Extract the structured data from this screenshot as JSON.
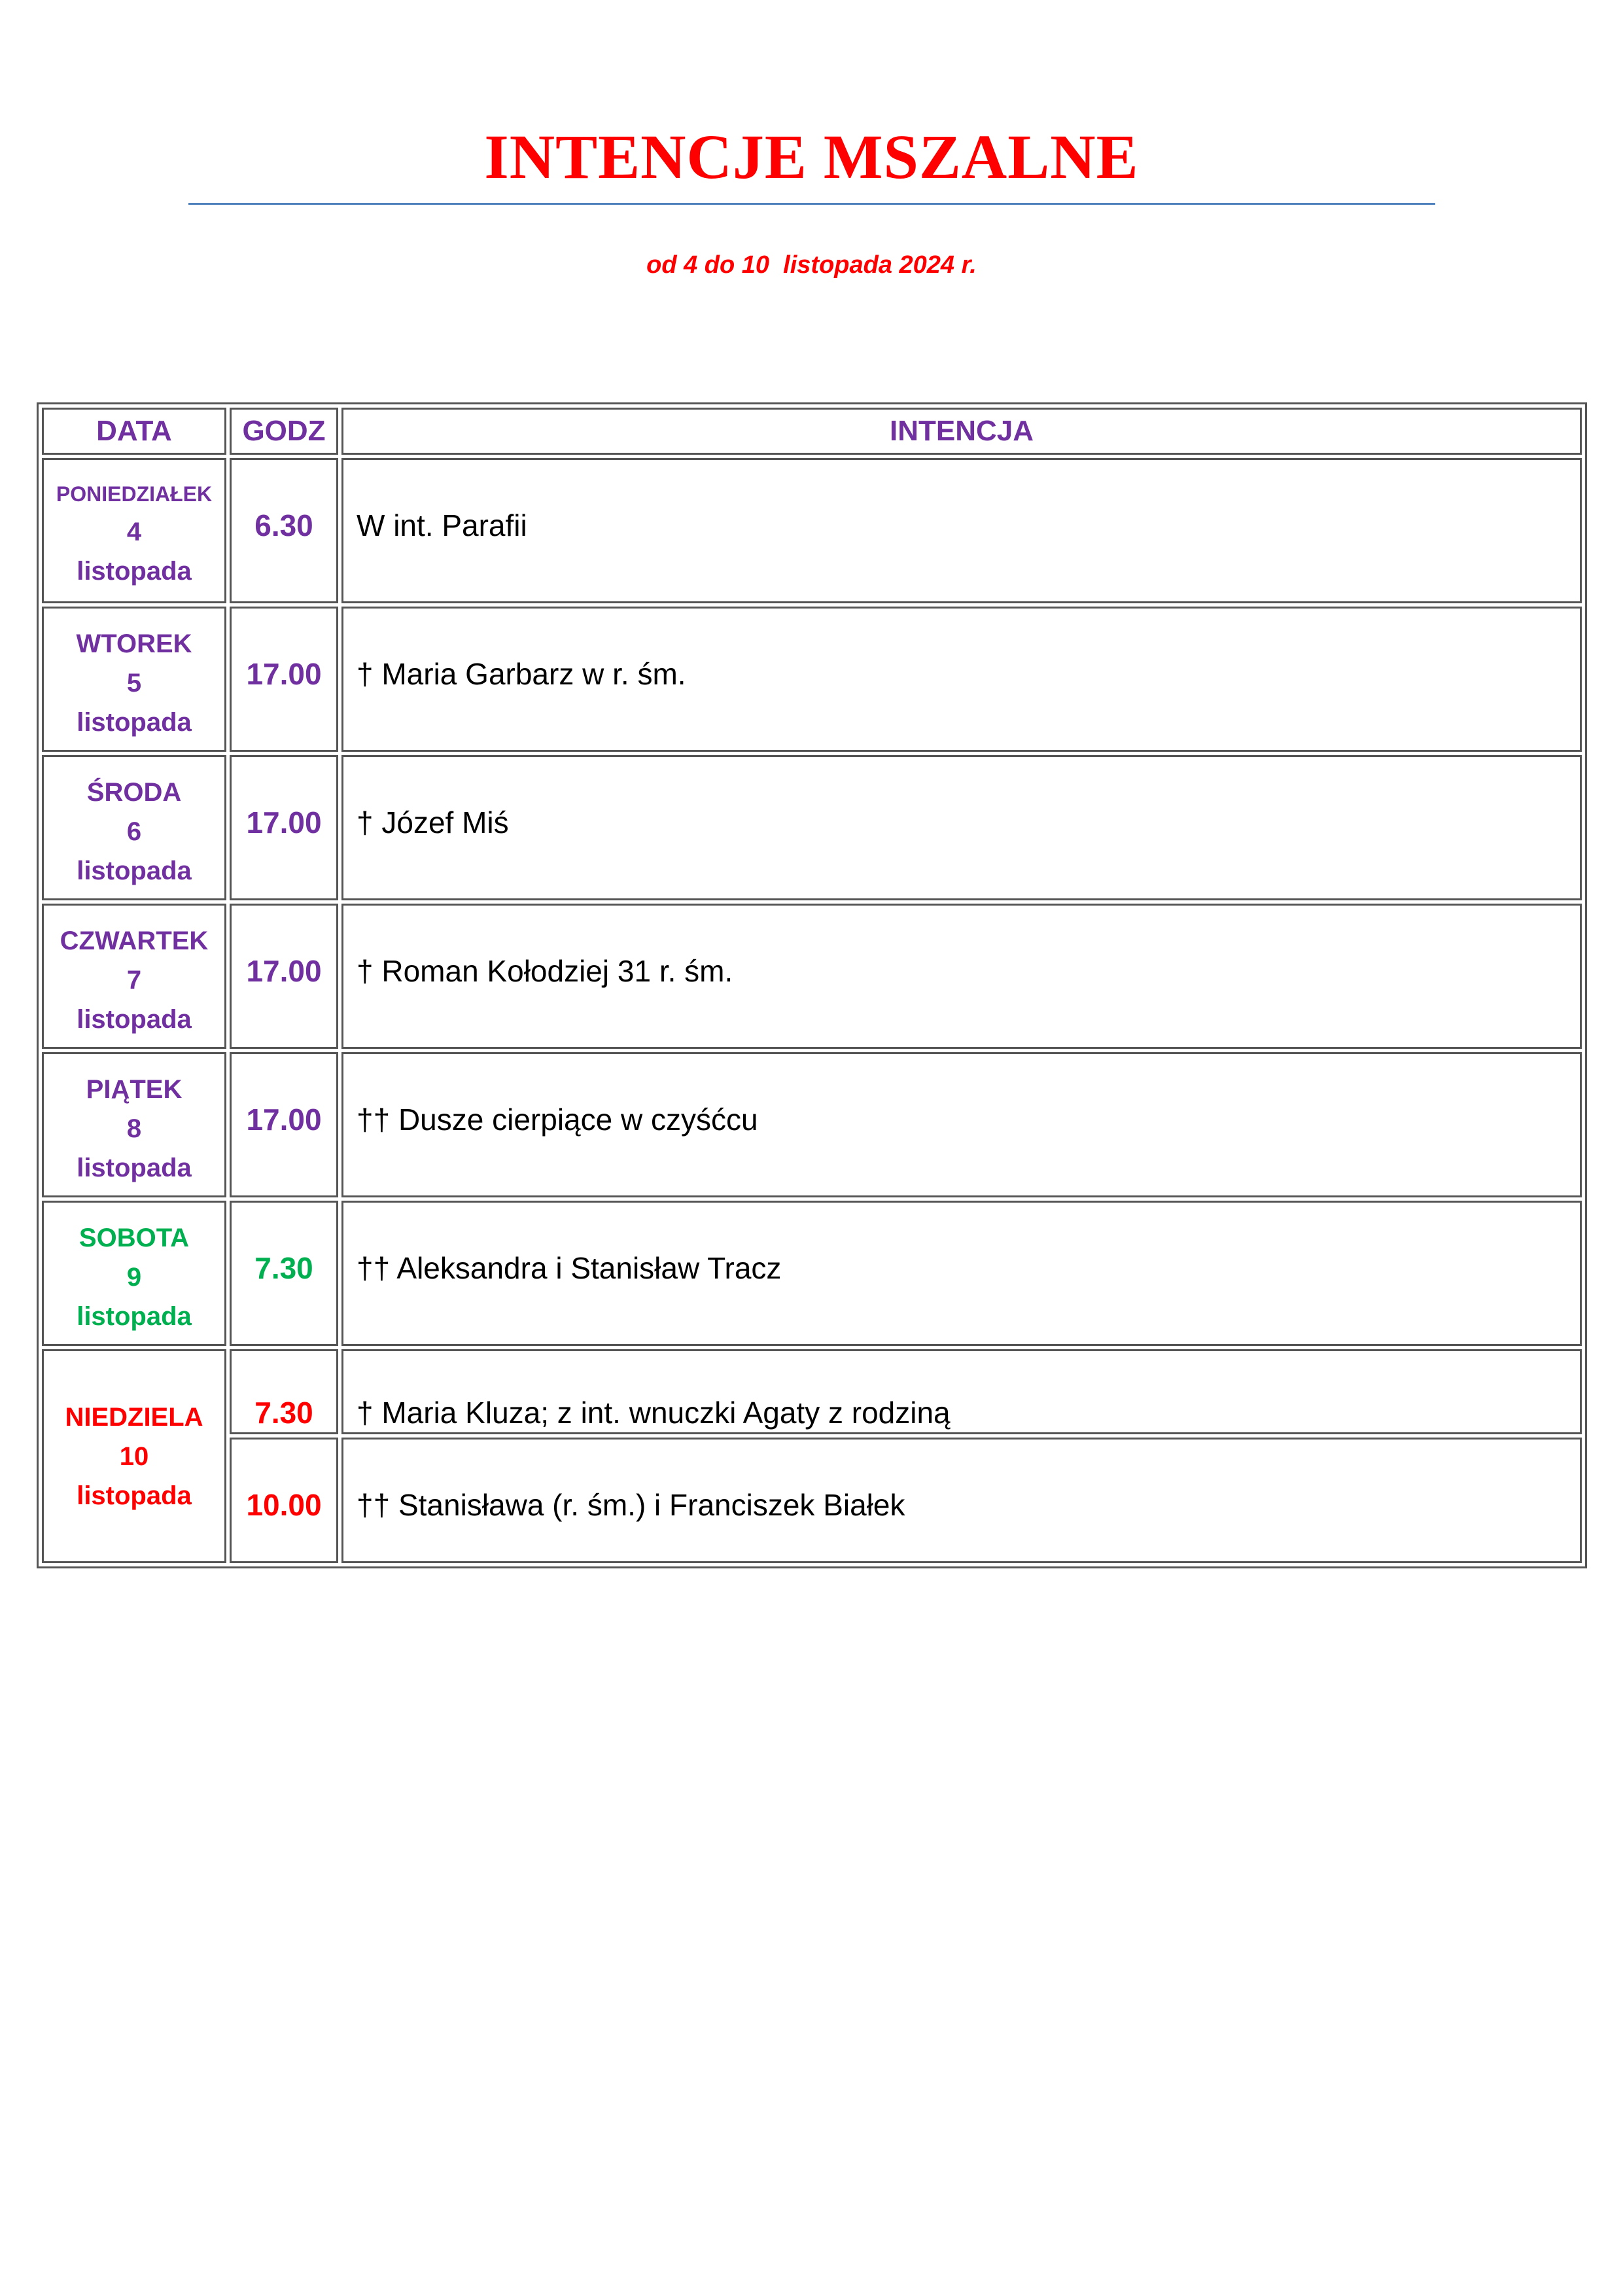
{
  "title": "INTENCJE MSZALNE",
  "subtitle": "od 4 do 10  listopada 2024 r.",
  "colors": {
    "title": "#ff0000",
    "rule": "#4f81bd",
    "weekday": "#7030a0",
    "saturday": "#00b050",
    "sunday": "#ff0000"
  },
  "table": {
    "headers": {
      "date": "DATA",
      "time": "GODZ",
      "intention": "INTENCJA"
    },
    "days": [
      {
        "dayname": "PONIEDZIAŁEK",
        "day": "4",
        "month": "listopada",
        "time": "6.30",
        "intention": "W int. Parafii"
      },
      {
        "dayname": "WTOREK",
        "day": "5",
        "month": "listopada",
        "time": "17.00",
        "intention": "† Maria Garbarz w r. śm."
      },
      {
        "dayname": "ŚRODA",
        "day": "6",
        "month": "listopada",
        "time": "17.00",
        "intention": "† Józef Miś"
      },
      {
        "dayname": "CZWARTEK",
        "day": "7",
        "month": "listopada",
        "time": "17.00",
        "intention": "† Roman Kołodziej 31 r. śm."
      },
      {
        "dayname": "PIĄTEK",
        "day": "8",
        "month": "listopada",
        "time": "17.00",
        "intention": "†† Dusze cierpiące w czyśćcu"
      },
      {
        "dayname": "SOBOTA",
        "day": "9",
        "month": "listopada",
        "time": "7.30",
        "intention": "†† Aleksandra i Stanisław Tracz"
      }
    ],
    "sunday": {
      "dayname": "NIEDZIELA",
      "day": "10",
      "month": "listopada",
      "masses": [
        {
          "time": "7.30",
          "intention": "† Maria Kluza; z int. wnuczki Agaty z rodziną"
        },
        {
          "time": "10.00",
          "intention": "†† Stanisława (r. śm.) i Franciszek Białek"
        }
      ]
    }
  }
}
